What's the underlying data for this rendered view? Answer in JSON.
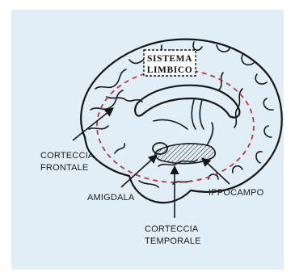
{
  "diagram": {
    "box_line1": "SISTEMA",
    "box_line2": "LIMBICO",
    "label_frontale_1": "CORTECCIA",
    "label_frontale_2": "FRONTALE",
    "label_amigdala": "AMIGDALA",
    "label_ippocampo": "IPPOCAMPO",
    "label_temporale_1": "CORTECCIA",
    "label_temporale_2": "TEMPORALE"
  },
  "colors": {
    "panel_background": "#e1eef8",
    "outline_ink": "#161616",
    "limbic_ellipse": "#b23a3a"
  }
}
